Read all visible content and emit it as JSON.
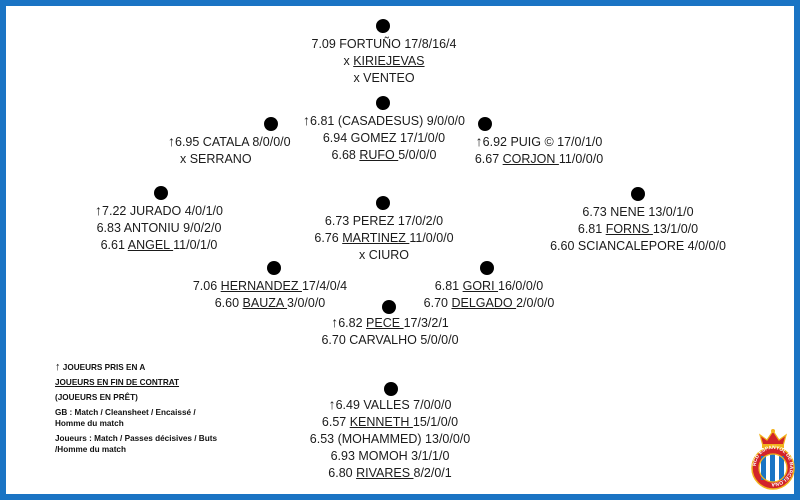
{
  "players": {
    "gk": {
      "l1": "7.09 FORTUÑO 17/8/16/4",
      "l2_prefix": "x ",
      "l2_name": "KIRIEJEVAS",
      "l3": "x VENTEO"
    },
    "cam": {
      "arrow": "↑",
      "l1": "6.81 (CASADESUS) 9/0/0/0",
      "l2": "6.94 GOMEZ 17/1/0/0",
      "l3_pre": "6.68 ",
      "l3_name": "RUFO ",
      "l3_post": "5/0/0/0"
    },
    "lw": {
      "arrow": "↑",
      "l1": "6.95 CATALA 8/0/0/0",
      "l2": "x SERRANO"
    },
    "rw": {
      "arrow": "↑",
      "l1": "6.92 PUIG © 17/0/1/0",
      "l2_pre": "6.67 ",
      "l2_name": "CORJON ",
      "l2_post": "11/0/0/0"
    },
    "lm": {
      "arrow": "↑",
      "l1": "7.22 JURADO 4/0/1/0",
      "l2": "6.83 ANTONIU 9/0/2/0",
      "l3_pre": "6.61 ",
      "l3_name": "ANGEL ",
      "l3_post": "11/0/1/0"
    },
    "cm": {
      "l1": "6.73 PEREZ 17/0/2/0",
      "l2_pre": "6.76 ",
      "l2_name": "MARTINEZ ",
      "l2_post": "11/0/0/0",
      "l3": "x CIURO"
    },
    "rm": {
      "l1": "6.73 NENE 13/0/1/0",
      "l2_pre": "6.81 ",
      "l2_name": "FORNS ",
      "l2_post": "13/1/0/0",
      "l3": "6.60 SCIANCALEPORE 4/0/0/0"
    },
    "lcb": {
      "l1_pre": "7.06 ",
      "l1_name": "HERNANDEZ ",
      "l1_post": "17/4/0/4",
      "l2_pre": "6.60 ",
      "l2_name": "BAUZA ",
      "l2_post": "3/0/0/0"
    },
    "rcb": {
      "l1_pre": "6.81 ",
      "l1_name": "GORI ",
      "l1_post": "16/0/0/0",
      "l2_pre": "6.70 ",
      "l2_name": "DELGADO ",
      "l2_post": "2/0/0/0"
    },
    "dm": {
      "arrow": "↑",
      "l1_pre": "6.82 ",
      "l1_name": "PECE ",
      "l1_post": "17/3/2/1",
      "l2": "6.70 CARVALHO 5/0/0/0"
    },
    "bottom": {
      "arrow": "↑",
      "l1": "6.49 VALLES 7/0/0/0",
      "l2_pre": "6.57 ",
      "l2_name": "KENNETH ",
      "l2_post": "15/1/0/0",
      "l3": "6.53 (MOHAMMED) 13/0/0/0",
      "l4": "6.93 MOMOH 3/1/1/0",
      "l5_pre": "6.80 ",
      "l5_name": "RIVARES ",
      "l5_post": "8/2/0/1"
    }
  },
  "legend": {
    "arrow": "↑",
    "signed": "JOUEURS PRIS EN A",
    "contract": "JOUEURS EN FIN DE CONTRAT",
    "loan": "(JOUEURS EN PRÊT)",
    "gk": "GB : Match / Cleansheet / Encaissé / Homme du match",
    "players": "Joueurs : Match / Passes décisives / Buts /Homme du match"
  },
  "crest": {
    "ring_text": "RCD ESPANYOL DE BARCELONA",
    "colors": {
      "blue": "#1a74c4",
      "red": "#d2232a",
      "gold": "#f2b21c"
    }
  },
  "colors": {
    "border": "#1a74c4",
    "background": "#ffffff",
    "text": "#1b1b1b"
  }
}
